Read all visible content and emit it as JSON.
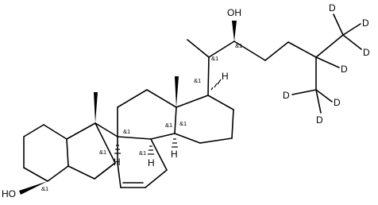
{
  "atoms": {
    "oh_3": "HO",
    "oh_22": "OH",
    "h_8": "H",
    "h_9": "H",
    "h_14": "H",
    "h_17": "H",
    "d_26a": "D",
    "d_26b": "D",
    "d_26c": "D",
    "d_25": "D",
    "d_27a": "D",
    "d_27b": "D",
    "d_27c": "D"
  },
  "stereo_marks": {
    "c3": "&1",
    "c8": "&1",
    "c9": "&1",
    "c10": "&1",
    "c13": "&1",
    "c14": "&1",
    "c17": "&1",
    "c20": "&1",
    "c22": "&1"
  }
}
